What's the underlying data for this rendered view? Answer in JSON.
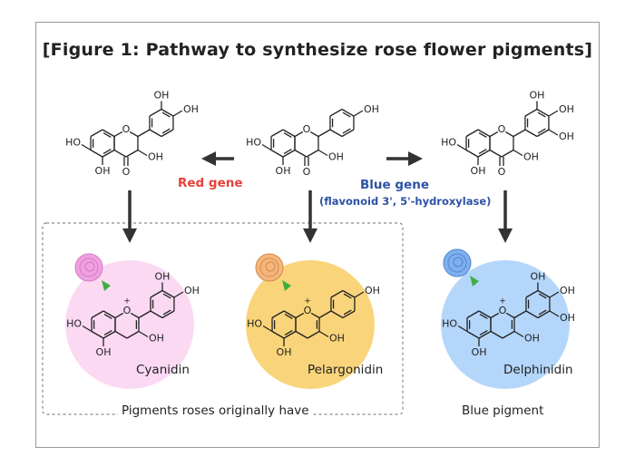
{
  "title": "[Figure 1: Pathway to synthesize rose flower pigments]",
  "genes": {
    "red": "Red gene",
    "blue": "Blue gene",
    "blue_enzyme": "(flavonoid 3', 5'-hydroxylase)"
  },
  "pigments": {
    "cyanidin": "Cyanidin",
    "pelargonidin": "Pelargonidin",
    "delphinidin": "Delphinidin"
  },
  "captions": {
    "original": "Pigments roses originally have",
    "blue": "Blue pigment"
  },
  "atoms": {
    "hydroxyl": "OH",
    "hydroxyl_left": "HO",
    "oxygen": "O",
    "charge": "+"
  },
  "colors": {
    "red_gene": "#e8403a",
    "blue_gene": "#2c52a6",
    "cyanidin_circle": "#fbd9f3",
    "pelargonidin_circle": "#f9d47a",
    "delphinidin_circle": "#b4d6fa",
    "arrow": "#333333",
    "dash_box": "#8a8a8a",
    "pink_rose": "#f0a0e0",
    "orange_rose": "#f4b67a",
    "blue_rose": "#7fb0ee",
    "leaf": "#3fae3f"
  },
  "icons": [
    "pink-rose-icon",
    "orange-rose-icon",
    "blue-rose-icon",
    "leaf-icon",
    "arrow-icon"
  ]
}
